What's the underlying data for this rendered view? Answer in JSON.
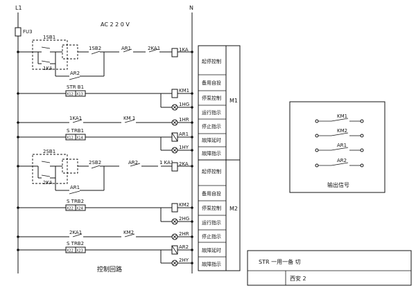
{
  "power": {
    "line": "L1",
    "neutral": "N",
    "fuse": "FU3",
    "supply": "AC 2 2 0 V"
  },
  "pump1": {
    "start_btn": "1SB1",
    "stop_btn": "1SB2",
    "aux_contact": "1KA",
    "relay_contact": "AR1",
    "interlock": "2KA1",
    "coil": "1KA",
    "ar_contact": "AR2",
    "strb": "STR B1",
    "strb_terms": [
      "X12",
      "X13"
    ],
    "km_coil": "KM1",
    "lamp_run": "1HG",
    "ka_contact": "1KA1",
    "km_contact": "KM 1",
    "lamp_stop": "1HR",
    "strb2": "S TRB1",
    "strb2_terms": [
      "X12",
      "X14"
    ],
    "fault_relay": "AR1",
    "lamp_fault": "1HY"
  },
  "pump2": {
    "start_btn": "2SB1",
    "stop_btn": "2SB2",
    "aux_contact": "2KA",
    "relay_contact": "AR2",
    "interlock": "1 KA1",
    "coil": "2KA",
    "ar_contact": "AR1",
    "strb": "S TRB2",
    "strb_terms": [
      "X22",
      "X24"
    ],
    "km_coil": "KM2",
    "lamp_run": "2HG",
    "ka_contact": "2KA1",
    "km_contact": "KM2",
    "lamp_stop": "2HR",
    "strb2": "S TRB2",
    "strb2_terms": [
      "X22",
      "X23"
    ],
    "fault_relay": "AR2",
    "lamp_fault": "2HY"
  },
  "table_m1": {
    "label": "M1",
    "rows": [
      "起停控制",
      "备用自投",
      "停泵控制",
      "运行指示",
      "停止指示",
      "故障延时",
      "故障指示"
    ]
  },
  "table_m2": {
    "label": "M2",
    "rows": [
      "起停控制",
      "备用自投",
      "停泵控制",
      "运行指示",
      "停止指示",
      "故障延时",
      "故障指示"
    ]
  },
  "caption_left": "控制回路",
  "outputs": {
    "items": [
      "KM1",
      "KM2",
      "AR1",
      "AR2"
    ],
    "caption": "输出信号"
  },
  "title_block": {
    "line1": "STR 一用一备 切",
    "line2": "西安 2"
  }
}
